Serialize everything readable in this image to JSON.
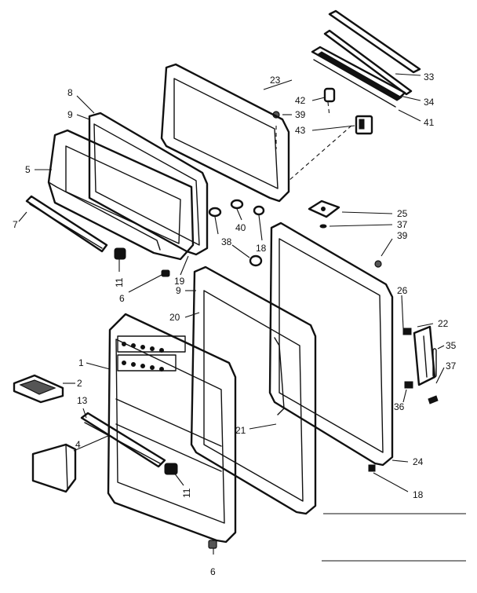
{
  "callouts": {
    "c1": "1",
    "c2": "2",
    "c4": "4",
    "c5": "5",
    "c6a": "6",
    "c6b": "6",
    "c7": "7",
    "c8": "8",
    "c9a": "9",
    "c9b": "9",
    "c11a": "11",
    "c11b": "11",
    "c13": "13",
    "c18a": "18",
    "c18b": "18",
    "c19": "19",
    "c20": "20",
    "c21": "21",
    "c22": "22",
    "c23": "23",
    "c24": "24",
    "c25": "25",
    "c26": "26",
    "c33": "33",
    "c34": "34",
    "c35": "35",
    "c36": "36",
    "c37a": "37",
    "c37b": "37",
    "c38": "38",
    "c39a": "39",
    "c39b": "39",
    "c40": "40",
    "c41": "41",
    "c42": "42",
    "c43": "43"
  }
}
